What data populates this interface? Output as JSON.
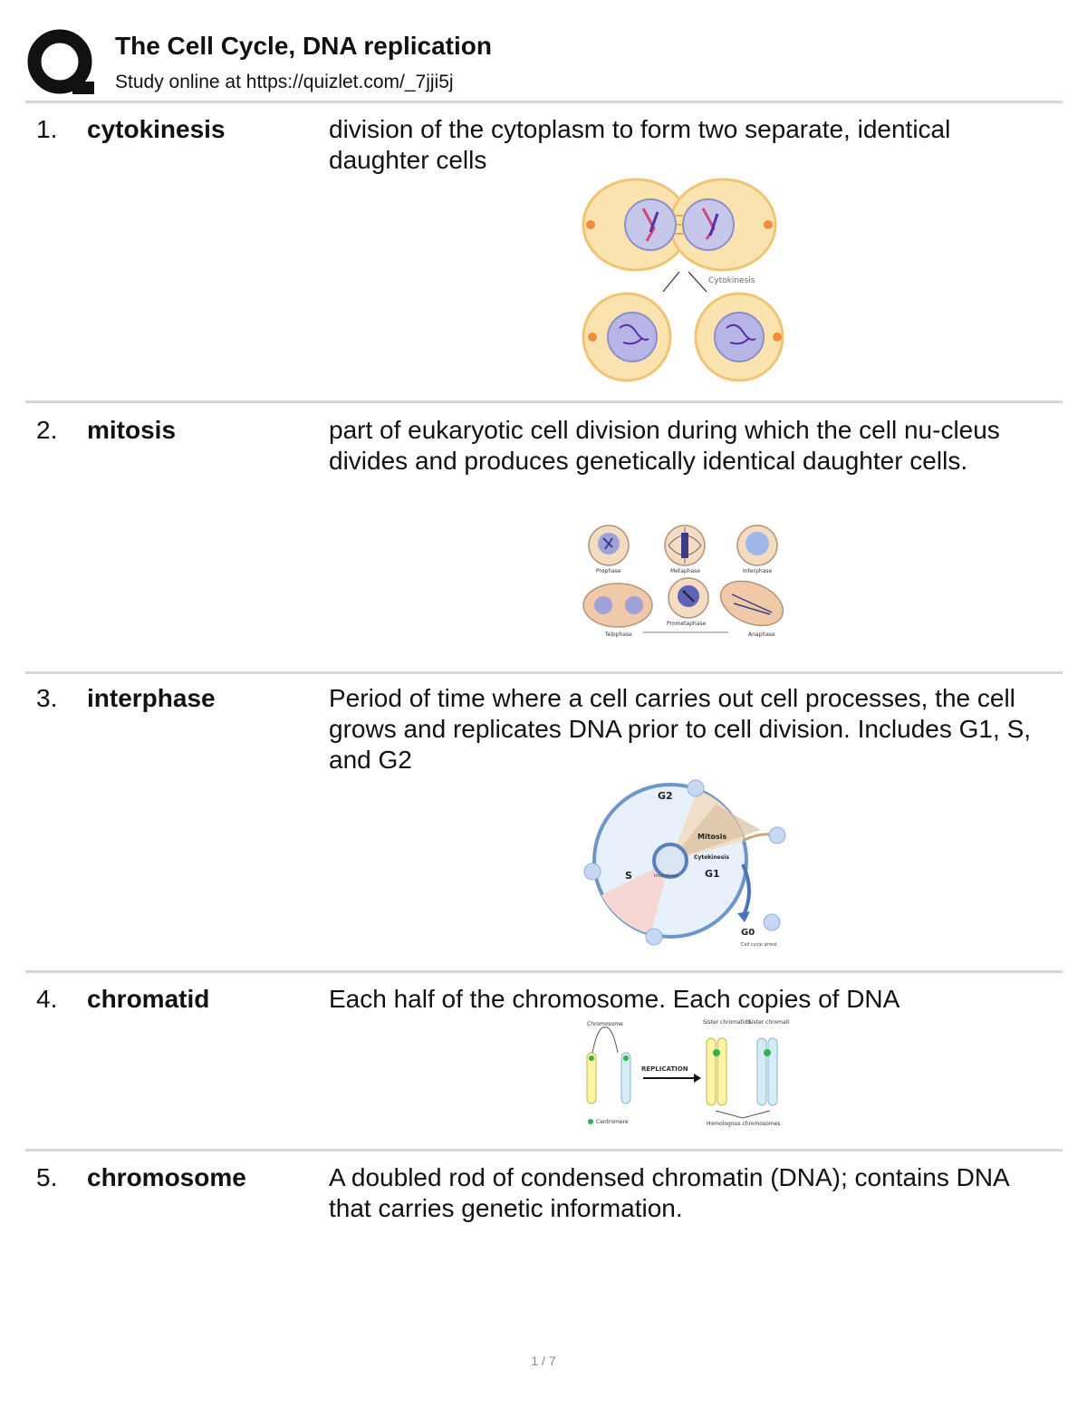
{
  "header": {
    "title": "The Cell Cycle, DNA replication",
    "subtitle": "Study online at https://quizlet.com/_7jji5j",
    "logo_color": "#111111"
  },
  "cards": [
    {
      "number": "1.",
      "term": "cytokinesis",
      "definition": "division of the cytoplasm to form two separate, identical daughter cells",
      "figure": {
        "labels": {
          "cytokinesis": "Cytokinesis"
        }
      }
    },
    {
      "number": "2.",
      "term": "mitosis",
      "definition": "part of eukaryotic cell division during which the cell nu-cleus divides and produces genetically identical daughter cells.",
      "figure": {
        "labels": {
          "prophase": "Prophase",
          "metaphase": "Metaphase",
          "interphase": "Interphase",
          "telophase": "Telophase",
          "prometaphase": "Prometaphase",
          "anaphase": "Anaphase"
        }
      }
    },
    {
      "number": "3.",
      "term": "interphase",
      "definition": "Period of time where a cell carries out cell processes, the cell grows and replicates DNA prior to cell division. Includes G1, S, and G2",
      "figure": {
        "labels": {
          "g2": "G2",
          "s": "S",
          "g1": "G1",
          "g0": "G0",
          "mitosis": "Mitosis",
          "cytokinesis": "Cytokinesis",
          "interphase": "Interphase",
          "cell_cycle_arrest": "Cell cycle arrest"
        }
      }
    },
    {
      "number": "4.",
      "term": "chromatid",
      "definition": "Each half of the chromosome. Each copies of DNA",
      "figure": {
        "labels": {
          "chromosome": "Chromosome",
          "sister_chromatids": "Sister chromatids",
          "replication": "REPLICATION",
          "centromere": "Centromere",
          "homologous_chromosomes": "Homologous chromosomes"
        }
      }
    },
    {
      "number": "5.",
      "term": "chromosome",
      "definition": "A doubled rod of condensed chromatin (DNA); contains DNA that carries genetic information."
    }
  ],
  "footer": {
    "page": "1 / 7"
  }
}
